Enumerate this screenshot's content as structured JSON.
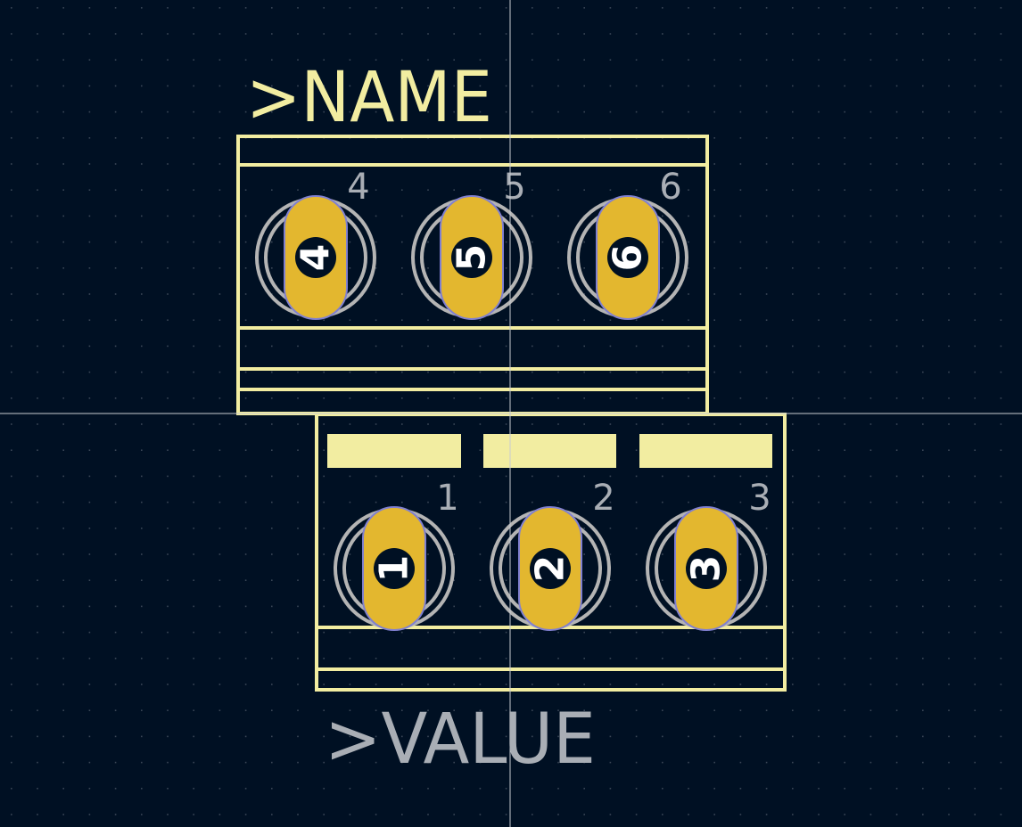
{
  "colors": {
    "background": "#001023",
    "grid_dot": "#3a4656",
    "crosshair": "#c8ccd2",
    "silkscreen": "#f2eda1",
    "fab_text": "#a9aeb5",
    "pad": "#e3b72f",
    "pad_outline": "#8080d0",
    "drill": "#001023",
    "courtyard": "#b4b4b4",
    "pad_number": "#ffffff"
  },
  "labels": {
    "name": ">NAME",
    "value": ">VALUE"
  },
  "top_row_pins": [
    {
      "ref": "4",
      "pad_number": "4"
    },
    {
      "ref": "5",
      "pad_number": "5"
    },
    {
      "ref": "6",
      "pad_number": "6"
    }
  ],
  "bottom_row_pins": [
    {
      "ref": "1",
      "pad_number": "1"
    },
    {
      "ref": "2",
      "pad_number": "2"
    },
    {
      "ref": "3",
      "pad_number": "3"
    }
  ]
}
